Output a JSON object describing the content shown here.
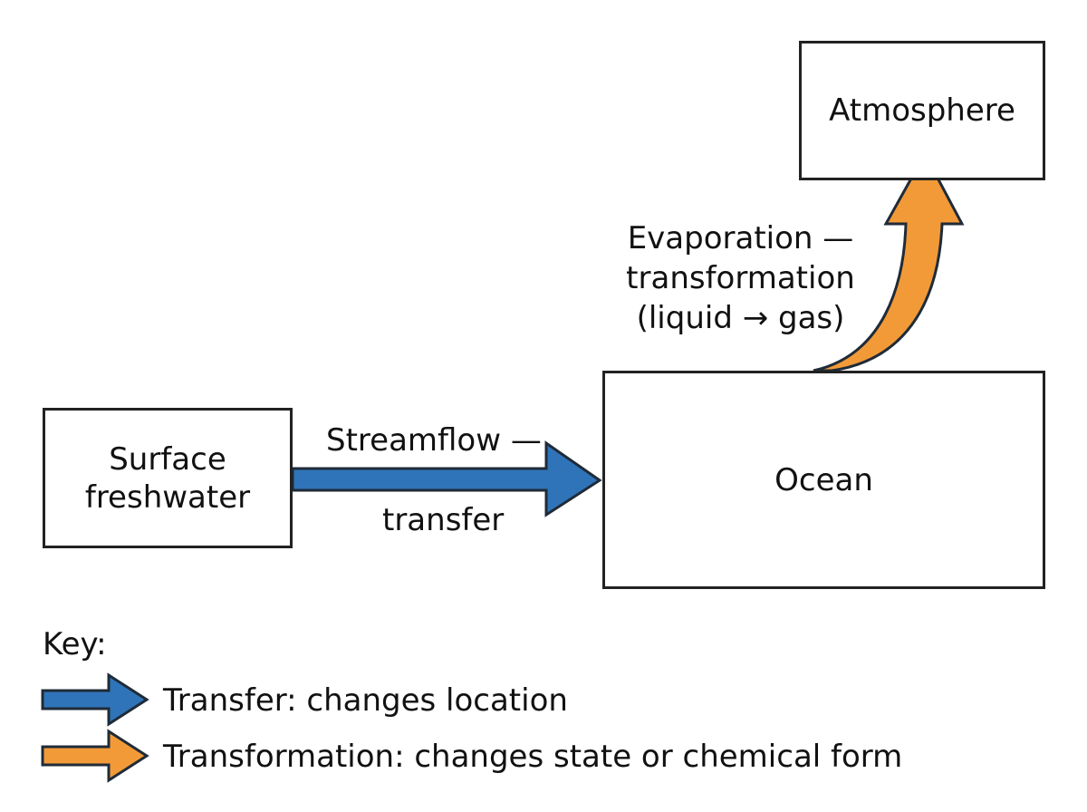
{
  "nodes": {
    "atmosphere": "Atmosphere",
    "ocean": "Ocean",
    "surface_line1": "Surface",
    "surface_line2": "freshwater"
  },
  "flows": {
    "streamflow_line1": "Streamflow —",
    "streamflow_line2": "transfer",
    "evaporation_line1": "Evaporation —",
    "evaporation_line2": "transformation",
    "evaporation_line3": "(liquid → gas)"
  },
  "key": {
    "title": "Key:",
    "transfer": "Transfer: changes location",
    "transformation": "Transformation: changes state or chemical form"
  },
  "colors": {
    "transfer": "#2f74b8",
    "transformation": "#f29a38",
    "outline": "#1f2b38"
  }
}
